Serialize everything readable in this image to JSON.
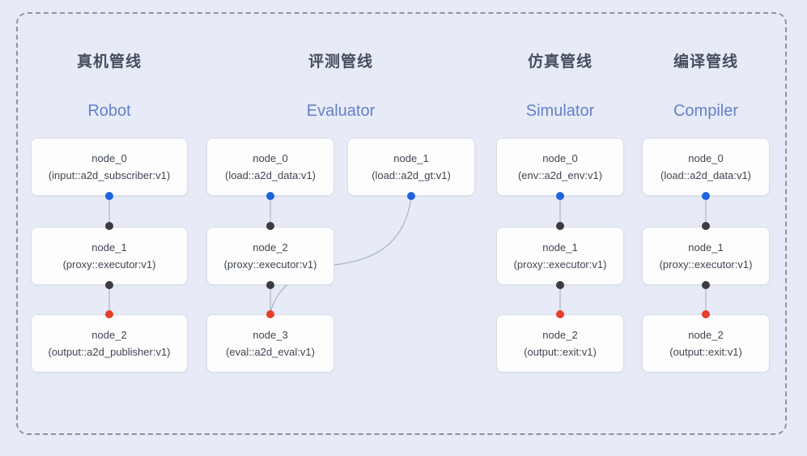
{
  "diagram": {
    "description_colors": {
      "background": "#e7ebf7",
      "dashed_border": "#8d95a3",
      "node_background": "#fdfdfe",
      "node_border": "#d9dde6",
      "node_text": "#3f4652",
      "zh_title": "#464e5e",
      "en_title": "#6480c8",
      "edge": "#a9b3c2",
      "source_dot_blue": "#1e63dd",
      "mid_dot_black": "#3c3c3e",
      "sink_dot_red": "#e73e2d"
    },
    "pipelines": [
      {
        "zh_title": "真机管线",
        "en_title": "Robot",
        "nodes": [
          {
            "name": "node_0",
            "type": "(input::a2d_subscriber:v1)"
          },
          {
            "name": "node_1",
            "type": "(proxy::executor:v1)"
          },
          {
            "name": "node_2",
            "type": "(output::a2d_publisher:v1)"
          }
        ]
      },
      {
        "zh_title": "评测管线",
        "en_title": "Evaluator",
        "nodes": [
          {
            "name": "node_0",
            "type": "(load::a2d_data:v1)"
          },
          {
            "name": "node_1",
            "type": "(load::a2d_gt:v1)"
          },
          {
            "name": "node_2",
            "type": "(proxy::executor:v1)"
          },
          {
            "name": "node_3",
            "type": "(eval::a2d_eval:v1)"
          }
        ]
      },
      {
        "zh_title": "仿真管线",
        "en_title": "Simulator",
        "nodes": [
          {
            "name": "node_0",
            "type": "(env::a2d_env:v1)"
          },
          {
            "name": "node_1",
            "type": "(proxy::executor:v1)"
          },
          {
            "name": "node_2",
            "type": "(output::exit:v1)"
          }
        ]
      },
      {
        "zh_title": "编译管线",
        "en_title": "Compiler",
        "nodes": [
          {
            "name": "node_0",
            "type": "(load::a2d_data:v1)"
          },
          {
            "name": "node_1",
            "type": "(proxy::executor:v1)"
          },
          {
            "name": "node_2",
            "type": "(output::exit:v1)"
          }
        ]
      }
    ]
  }
}
